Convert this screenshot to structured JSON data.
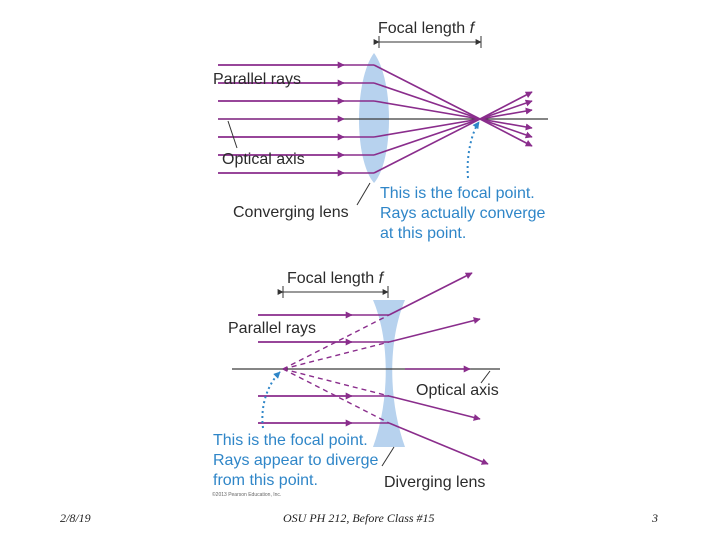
{
  "top_diagram": {
    "focal_length_text": "Focal length ",
    "focal_length_symbol": "f",
    "parallel_rays": "Parallel rays",
    "optical_axis": "Optical axis",
    "lens_name": "Converging lens",
    "focal_note_line1": "This is the focal point.",
    "focal_note_line2": "Rays actually converge",
    "focal_note_line3": "at this point."
  },
  "bottom_diagram": {
    "focal_length_text": "Focal length ",
    "focal_length_symbol": "f",
    "parallel_rays": "Parallel rays",
    "optical_axis": "Optical axis",
    "lens_name": "Diverging lens",
    "focal_note_line1": "This is the focal point.",
    "focal_note_line2": "Rays appear to diverge",
    "focal_note_line3": "from this point.",
    "copyright": "©2013 Pearson Education, Inc."
  },
  "footer": {
    "date": "2/8/19",
    "course": "OSU PH 212, Before Class #15",
    "page": "3"
  },
  "colors": {
    "ray": "#8a2d8c",
    "lens": "#b7d2ee",
    "focal_pointer": "#2f86c8",
    "axis": "#3c3c3c"
  }
}
